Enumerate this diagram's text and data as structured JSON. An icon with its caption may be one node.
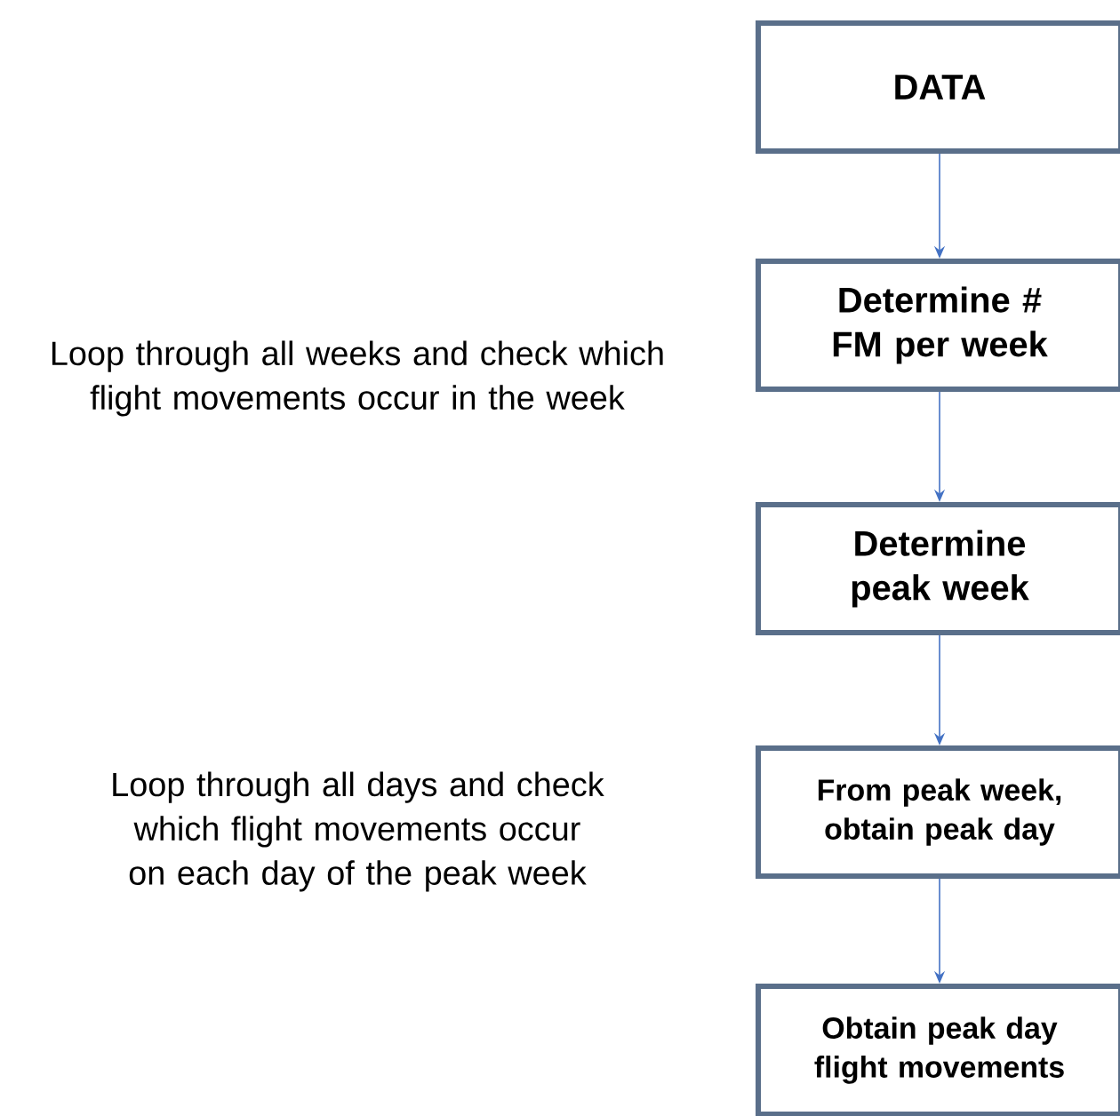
{
  "diagram": {
    "nodes": [
      {
        "text": [
          "DATA"
        ]
      },
      {
        "text": [
          "Determine # FM per week"
        ]
      },
      {
        "text": [
          "Determine peak week"
        ]
      },
      {
        "text": [
          "From peak week, obtain peak day"
        ]
      },
      {
        "text": [
          "Obtain peak day flight movements"
        ]
      }
    ],
    "edges": [
      {
        "from": 0,
        "to": 1,
        "arrow": "to"
      },
      {
        "from": 1,
        "to": 2,
        "arrow": "to"
      },
      {
        "from": 2,
        "to": 3,
        "arrow": "to"
      },
      {
        "from": 3,
        "to": 4,
        "arrow": "to"
      }
    ],
    "labels": [
      "Loop through all weeks and check which flight movements occur in the week",
      "Loop through all days and check which flight movements occur on each day of the peak week"
    ]
  }
}
